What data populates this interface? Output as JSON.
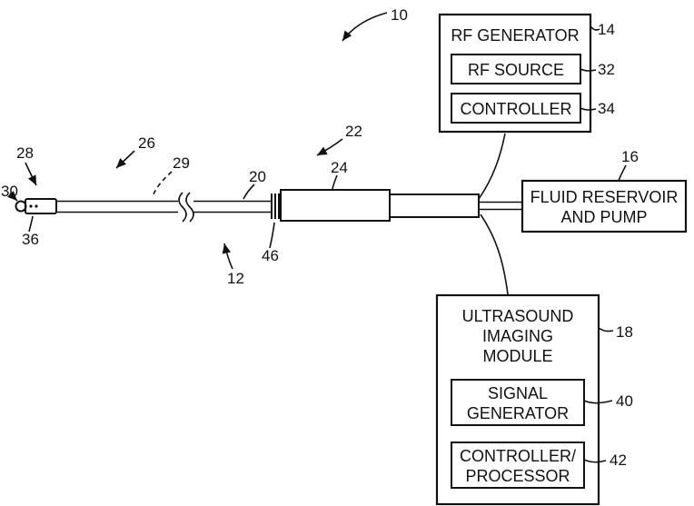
{
  "figure": {
    "boxes": {
      "rf_generator": "RF GENERATOR",
      "rf_source": "RF SOURCE",
      "rf_controller": "CONTROLLER",
      "fluid_reservoir": [
        "FLUID RESERVOIR",
        "AND PUMP"
      ],
      "ultrasound": [
        "ULTRASOUND",
        "IMAGING",
        "MODULE"
      ],
      "signal_generator": [
        "SIGNAL",
        "GENERATOR"
      ],
      "controller_processor": [
        "CONTROLLER/",
        "PROCESSOR"
      ]
    },
    "refs": {
      "10": "10",
      "12": "12",
      "14": "14",
      "16": "16",
      "18": "18",
      "20": "20",
      "22": "22",
      "24": "24",
      "26": "26",
      "28": "28",
      "29": "29",
      "30": "30",
      "32": "32",
      "34": "34",
      "36": "36",
      "40": "40",
      "42": "42",
      "46": "46"
    }
  }
}
